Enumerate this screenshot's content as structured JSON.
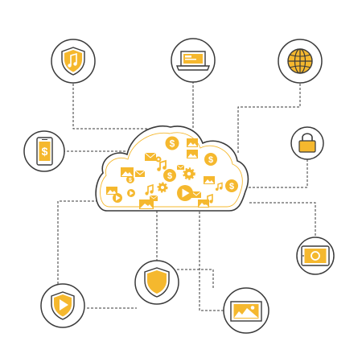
{
  "colors": {
    "outline": "#3a3a3a",
    "accent": "#f5b82e",
    "accent_dark": "#e8a317",
    "background": "#ffffff"
  },
  "central": {
    "name": "cloud",
    "contents": [
      "dollar-coin-icon",
      "envelope-icon",
      "image-icon",
      "gear-icon",
      "music-note-icon",
      "play-button-icon"
    ]
  },
  "nodes": [
    {
      "id": "shield-music",
      "icon": "shield-music-icon"
    },
    {
      "id": "laptop",
      "icon": "laptop-icon"
    },
    {
      "id": "globe",
      "icon": "globe-icon"
    },
    {
      "id": "smartphone-dollar",
      "icon": "smartphone-dollar-icon"
    },
    {
      "id": "padlock",
      "icon": "padlock-icon"
    },
    {
      "id": "tablet",
      "icon": "tablet-icon"
    },
    {
      "id": "shield-play",
      "icon": "shield-play-icon"
    },
    {
      "id": "shield",
      "icon": "shield-icon"
    },
    {
      "id": "photo-frame",
      "icon": "photo-frame-icon"
    }
  ]
}
